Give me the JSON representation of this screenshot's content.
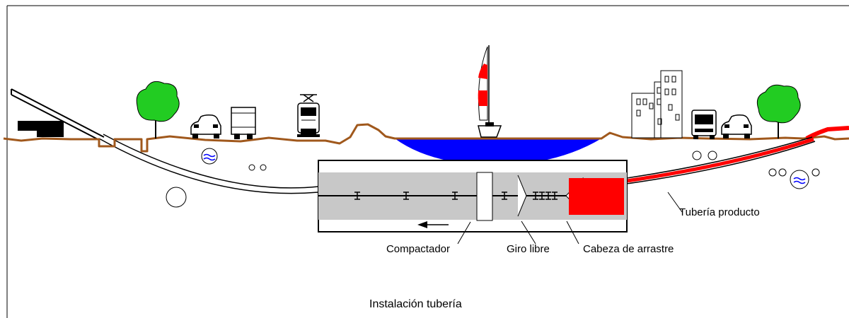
{
  "labels": {
    "compactor": "Compactador",
    "swivel": "Giro libre",
    "pulling_head": "Cabeza de arrastre",
    "product_pipe": "Tubería producto",
    "caption": "Instalación tubería"
  },
  "icons": [
    "tree-icon",
    "car-icon",
    "truck-icon",
    "tram-icon",
    "sailboat-icon",
    "building-icon",
    "bus-icon",
    "drilling-rig-icon",
    "pipe-section-icon"
  ],
  "colors": {
    "ground": "#a0581c",
    "water": "#0000ff",
    "product_pipe": "#ff0000",
    "tree": "#22cc22",
    "bore": "#c8c8c8"
  }
}
